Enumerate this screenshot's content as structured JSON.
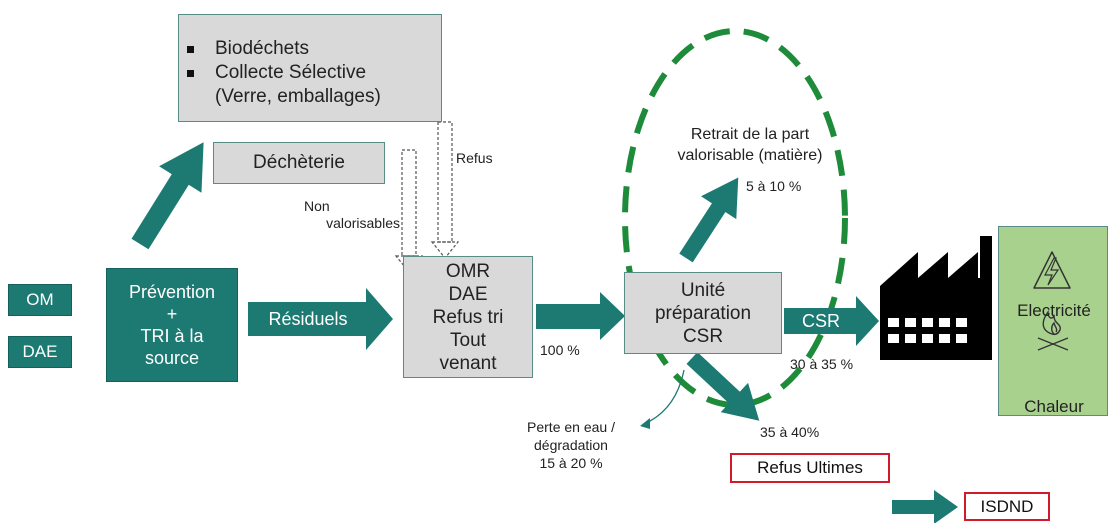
{
  "inputs": {
    "om": "OM",
    "dae": "DAE"
  },
  "prevention": {
    "line1": "Prévention",
    "line2": "+",
    "line3": "TRI à la",
    "line4": "source"
  },
  "residuels": "Résiduels",
  "collecte_box": {
    "item1": "Biodéchets",
    "item2_line1": "Collecte Sélective",
    "item2_line2": "(Verre, emballages)"
  },
  "decheterie": "Déchèterie",
  "refus_label": "Refus",
  "non_valorisables": {
    "line1": "Non",
    "line2": "valorisables"
  },
  "omr_box": {
    "l1": "OMR",
    "l2": "DAE",
    "l3": "Refus tri",
    "l4": "Tout",
    "l5": "venant"
  },
  "pct_100": "100 %",
  "unite_box": {
    "l1": "Unité",
    "l2": "préparation",
    "l3": "CSR"
  },
  "retrait": {
    "line1": "Retrait de la part",
    "line2": "valorisable (matière)"
  },
  "pct_retrait": "5 à 10 %",
  "csr_label": "CSR",
  "pct_csr": "30 à 35 %",
  "perte": {
    "line1": "Perte en eau /",
    "line2": "dégradation",
    "line3": "15 à 20 %"
  },
  "pct_refus": "35 à 40%",
  "refus_ultimes": "Refus Ultimes",
  "isdnd": "ISDND",
  "energy": {
    "electricite": "Electricité",
    "chaleur": "Chaleur"
  },
  "colors": {
    "teal": "#1c7a73",
    "grey_box": "#d9d9d9",
    "green_dash": "#1e8b3a",
    "red_border": "#d11a2a",
    "energy_bg": "#a9d18e"
  },
  "icons": [
    "factory-icon",
    "high-voltage-icon",
    "fire-icon"
  ]
}
